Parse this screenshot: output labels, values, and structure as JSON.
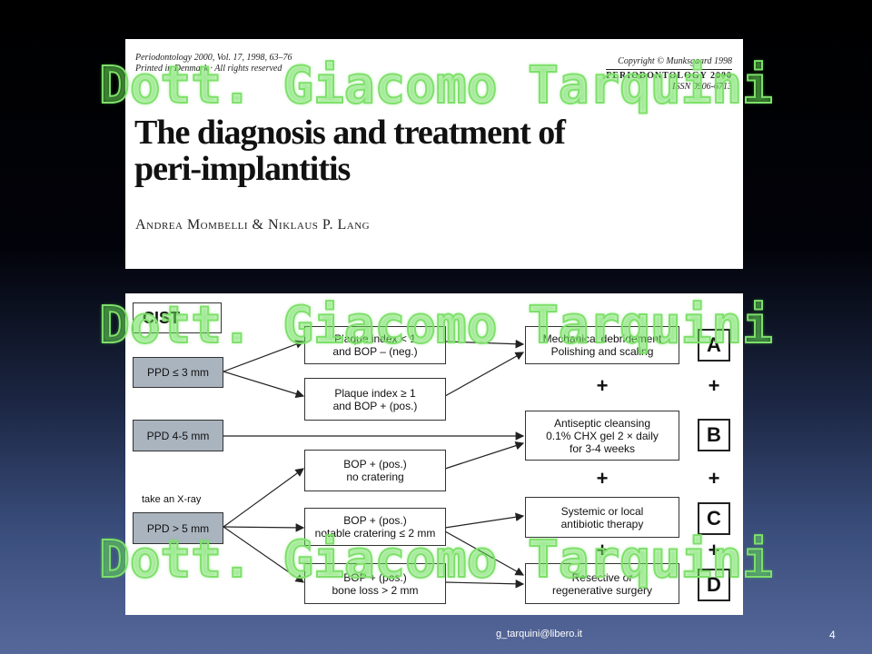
{
  "paper": {
    "journal_line1": "Periodontology 2000, Vol. 17, 1998, 63–76",
    "journal_line2": "Printed in Denmark · All rights reserved",
    "copyright": "Copyright © Munksgaard 1998",
    "journal_name": "PERIODONTOLOGY 2000",
    "issn": "ISSN 0906-6713",
    "title_line1": "The diagnosis and treatment of",
    "title_line2": "peri-implantitis",
    "authors": "Andrea Mombelli & Niklaus P. Lang"
  },
  "flowchart": {
    "cist": "CIST",
    "ppd_low": "PPD ≤ 3 mm",
    "ppd_mid": "PPD 4-5 mm",
    "xray_note": "take an X-ray",
    "ppd_high": "PPD > 5 mm",
    "plaque_low_1": "Plaque index < 1",
    "plaque_low_2": "and BOP – (neg.)",
    "plaque_high_1": "Plaque index ≥ 1",
    "plaque_high_2": "and BOP + (pos.)",
    "bop_nocrater_1": "BOP + (pos.)",
    "bop_nocrater_2": "no cratering",
    "bop_notable_1": "BOP + (pos.)",
    "bop_notable_2": "notable cratering ≤ 2 mm",
    "bop_loss_1": "BOP + (pos.)",
    "bop_loss_2": "bone loss > 2 mm",
    "treat_mech_1": "Mechanical debridement",
    "treat_mech_2": "Polishing and scaling",
    "treat_anti_1": "Antiseptic cleansing",
    "treat_anti_2": "0.1% CHX gel 2 × daily",
    "treat_anti_3": "for 3-4 weeks",
    "treat_sys_1": "Systemic or local",
    "treat_sys_2": "antibiotic therapy",
    "treat_res_1": "Resective or",
    "treat_res_2": "regenerative surgery",
    "letters": [
      "A",
      "B",
      "C",
      "D"
    ],
    "plus": "+"
  },
  "watermark": "Dott. Giacomo Tarquini",
  "footer": {
    "email": "g_tarquini@libero.it",
    "slide_number": "4"
  },
  "colors": {
    "watermark_green": "#7ee06a",
    "box_grey": "#a9b4bf",
    "background_bottom": "#56689a"
  }
}
